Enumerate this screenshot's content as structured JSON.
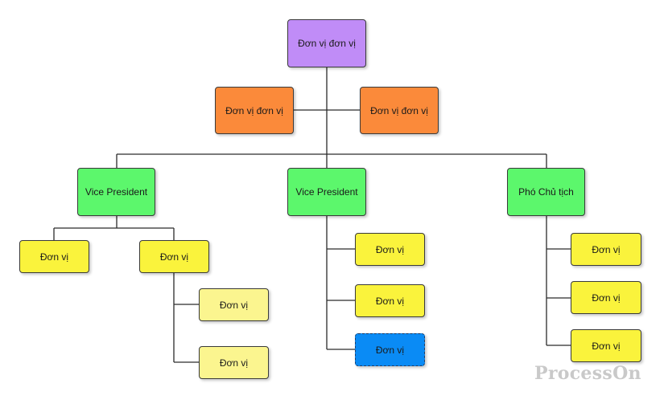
{
  "colors": {
    "purple": "#c08cf7",
    "orange": "#fb8a3a",
    "green": "#5cf76c",
    "yellow": "#faf33c",
    "light_yellow": "#fbf58f",
    "blue": "#0a8bf5",
    "line": "#2b2b2b"
  },
  "root": {
    "label": "Đơn vị đơn vị"
  },
  "assistants": [
    {
      "label": "Đơn vị đơn vị"
    },
    {
      "label": "Đơn vị đơn vị"
    }
  ],
  "branches": [
    {
      "label": "Vice President",
      "children": [
        {
          "label": "Đơn vị"
        },
        {
          "label": "Đơn vị",
          "children": [
            {
              "label": "Đơn vị"
            },
            {
              "label": "Đơn vị"
            }
          ]
        }
      ]
    },
    {
      "label": "Vice President",
      "children": [
        {
          "label": "Đơn vị"
        },
        {
          "label": "Đơn vị"
        },
        {
          "label": "Đơn vị",
          "selected": true
        }
      ]
    },
    {
      "label": "Phó Chủ tịch",
      "children": [
        {
          "label": "Đơn vị"
        },
        {
          "label": "Đơn vị"
        },
        {
          "label": "Đơn vị"
        }
      ]
    }
  ],
  "watermark": "ProcessOn"
}
